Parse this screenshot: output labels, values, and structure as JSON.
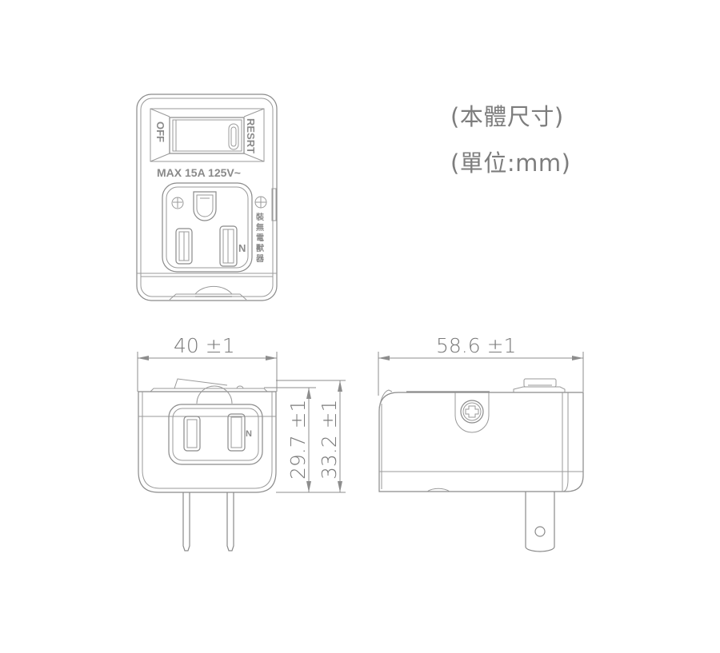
{
  "notes": {
    "title": "(本體尺寸)",
    "unit": "(單位:mm)"
  },
  "top_view": {
    "switch_label_left": "OFF",
    "switch_label_right": "RESRT",
    "rating": "MAX 15A 125V~",
    "outlet_neutral_mark": "N",
    "side_chars": [
      "裝",
      "無",
      "電",
      "獸",
      "器"
    ]
  },
  "front_view": {
    "width_dim": "40 ±1",
    "height_dim_inner": "29.7 ±1",
    "height_dim_outer": "33.2 ±1",
    "outlet_neutral_mark": "N"
  },
  "side_view": {
    "length_dim": "58.6 ±1"
  },
  "colors": {
    "line": "#8a8a8a",
    "text": "#7d7d7d",
    "background": "#ffffff"
  }
}
